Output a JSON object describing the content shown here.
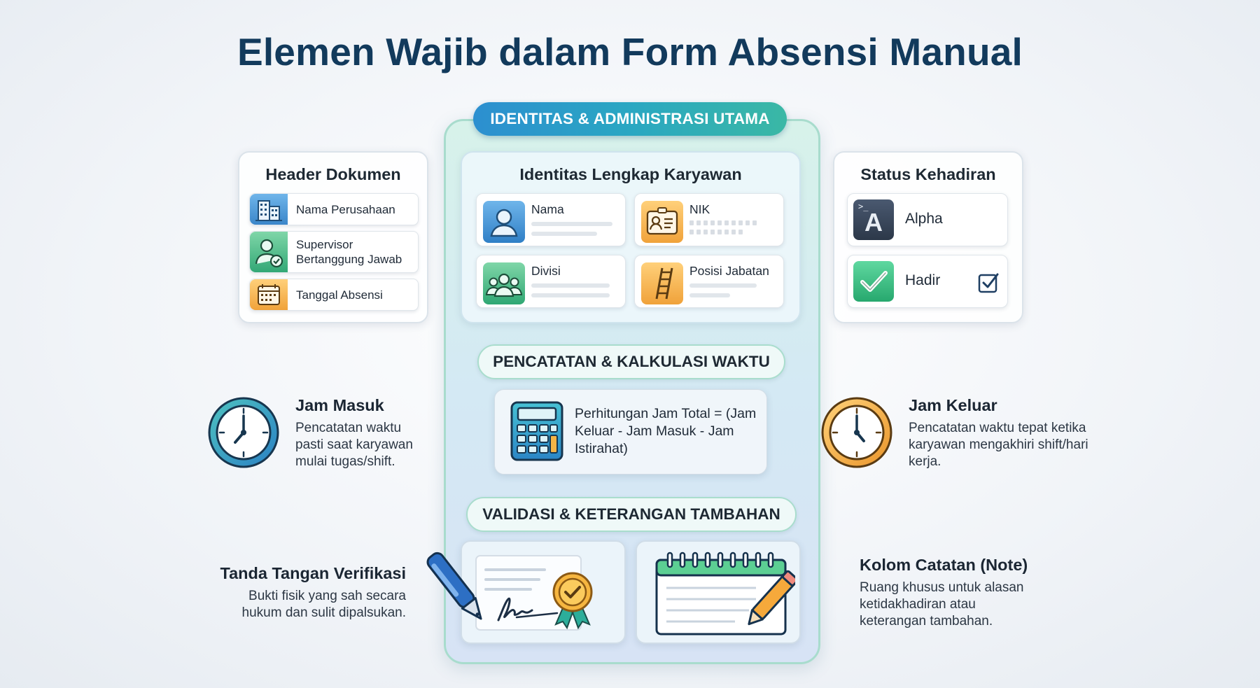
{
  "title": "Elemen Wajib dalam Form Absensi Manual",
  "center": {
    "top_pill": "IDENTITAS & ADMINISTRASI UTAMA",
    "identity": {
      "title": "Identitas Lengkap Karyawan",
      "items": [
        {
          "label": "Nama",
          "icon": "person-icon"
        },
        {
          "label": "NIK",
          "icon": "id-card-icon"
        },
        {
          "label": "Divisi",
          "icon": "team-icon"
        },
        {
          "label": "Posisi Jabatan",
          "icon": "ladder-icon"
        }
      ]
    },
    "time_pill": "PENCATATAN & KALKULASI WAKTU",
    "calc_text": "Perhitungan Jam Total = (Jam Keluar - Jam Masuk - Jam Istirahat)",
    "validation_pill": "VALIDASI & KETERANGAN TAMBAHAN"
  },
  "header_card": {
    "title": "Header Dokumen",
    "items": [
      "Nama Perusahaan",
      "Supervisor Bertanggung Jawab",
      "Tanggal Absensi"
    ]
  },
  "status_card": {
    "title": "Status Kehadiran",
    "items": [
      "Alpha",
      "Hadir"
    ],
    "alpha_letter": "A"
  },
  "jam_masuk": {
    "title": "Jam Masuk",
    "desc": "Pencatatan waktu pasti saat karyawan mulai tugas/shift."
  },
  "jam_keluar": {
    "title": "Jam Keluar",
    "desc": "Pencatatan waktu tepat ketika karyawan mengakhiri shift/hari kerja."
  },
  "tanda_tangan": {
    "title": "Tanda Tangan Verifikasi",
    "desc": "Bukti fisik yang sah secara hukum dan sulit dipalsukan."
  },
  "catatan": {
    "title": "Kolom Catatan (Note)",
    "desc": "Ruang khusus untuk alasan ketidakhadiran atau keterangan tambahan."
  },
  "colors": {
    "title": "#123a5c",
    "teal": "#2aa7c2",
    "green": "#3ab8a5",
    "blue": "#2c8fd0",
    "orange": "#f2a43a"
  }
}
